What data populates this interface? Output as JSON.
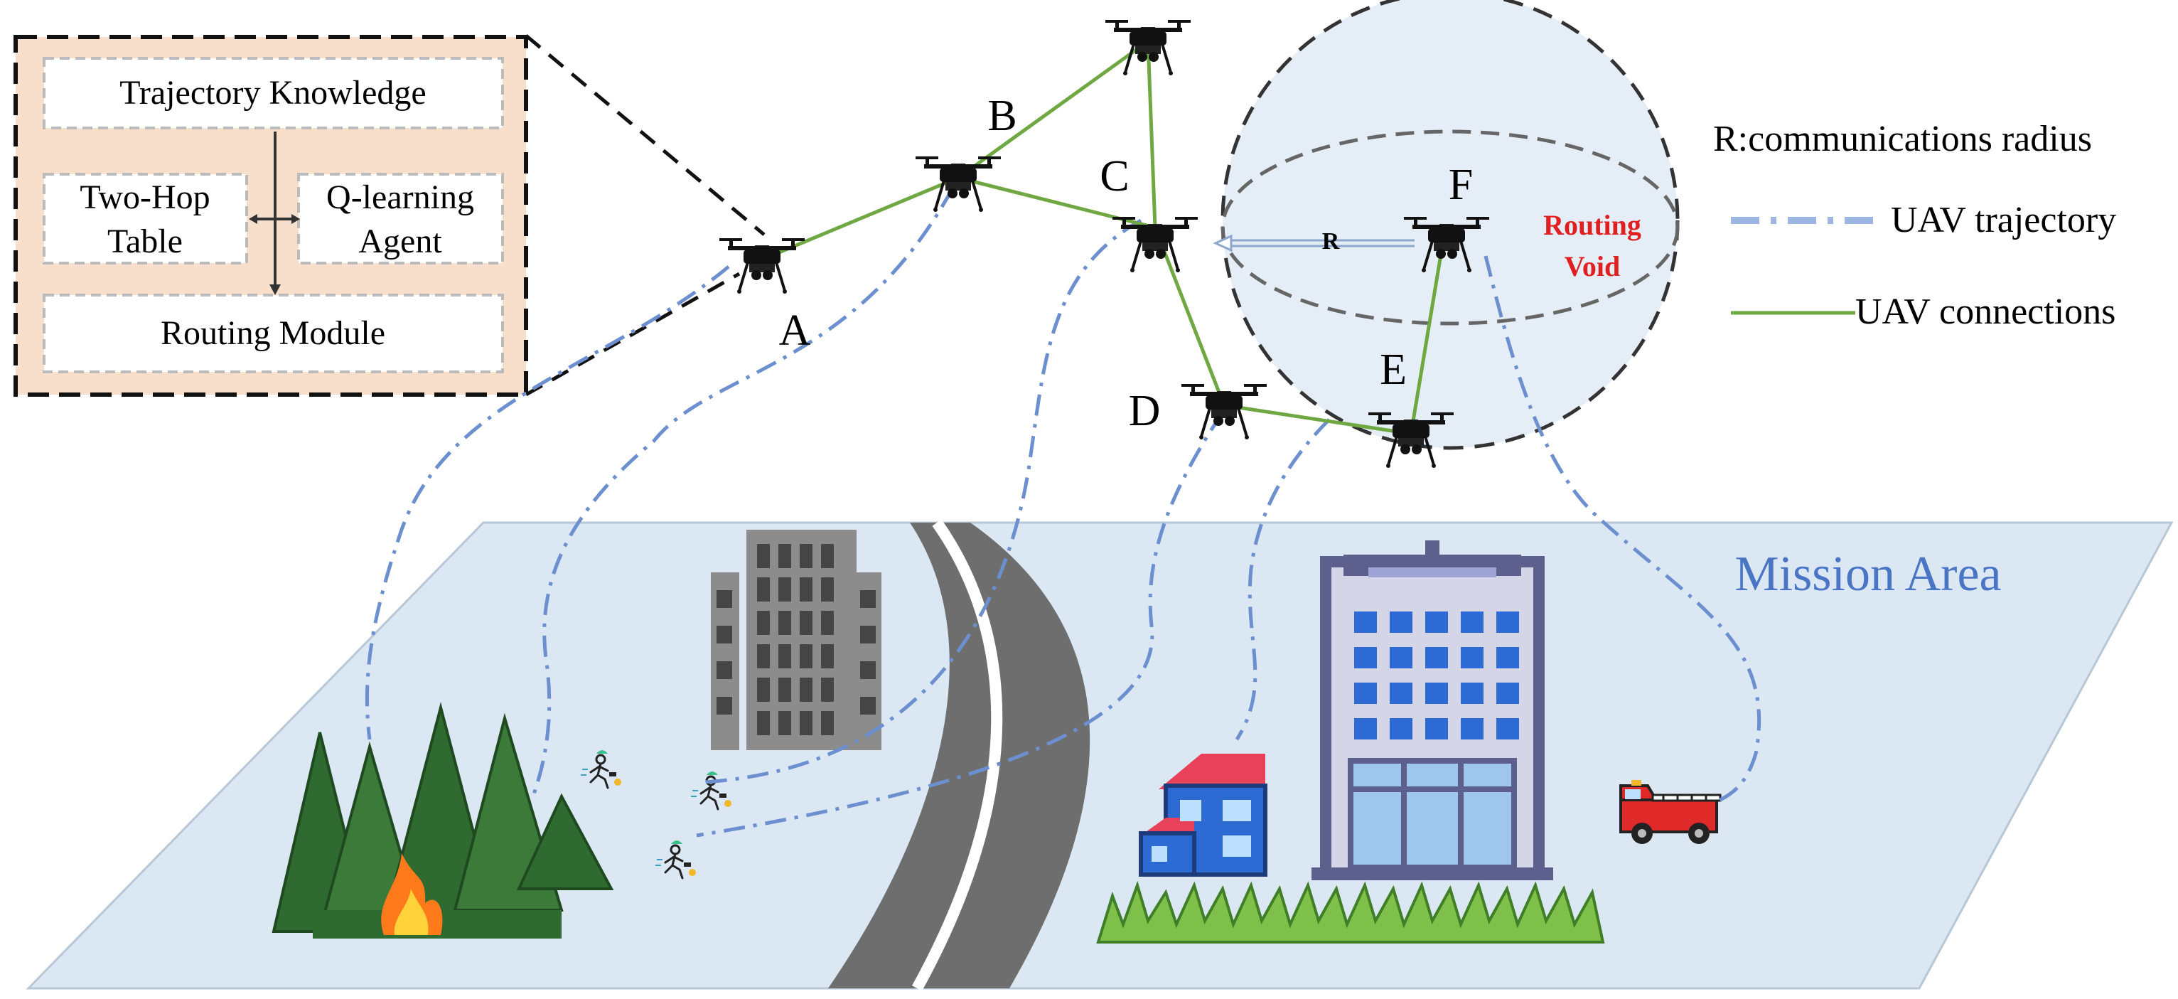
{
  "inset_box": {
    "items": [
      {
        "id": "trajectory",
        "lines": [
          "Trajectory Knowledge"
        ]
      },
      {
        "id": "twohop",
        "lines": [
          "Two-Hop",
          "Table"
        ]
      },
      {
        "id": "qlearning",
        "lines": [
          "Q-learning",
          "Agent"
        ]
      },
      {
        "id": "routing",
        "lines": [
          "Routing Module"
        ]
      }
    ]
  },
  "uav_labels": {
    "A": "A",
    "B": "B",
    "C": "C",
    "D": "D",
    "E": "E",
    "F": "F"
  },
  "radius_label": "R",
  "routing_void": {
    "line1": "Routing",
    "line2": "Void",
    "color": "#e02020"
  },
  "legend": {
    "radius": "R:communications radius",
    "trajectory": "UAV trajectory",
    "connections": "UAV connections"
  },
  "mission_area": "Mission Area",
  "colors": {
    "connection": "#6fa843",
    "trajectory": "#6c8fcf",
    "ground": "#dbe7f2",
    "inset_fill": "#f8dfcc",
    "mission_text": "#4a74c4",
    "void_fill": "#dce8f4"
  },
  "icons": [
    "uav-icon",
    "forest-fire-icon",
    "runner-icon",
    "office-building-icon",
    "road-icon",
    "house-icon",
    "tower-building-icon",
    "grass-icon",
    "fire-truck-icon"
  ]
}
